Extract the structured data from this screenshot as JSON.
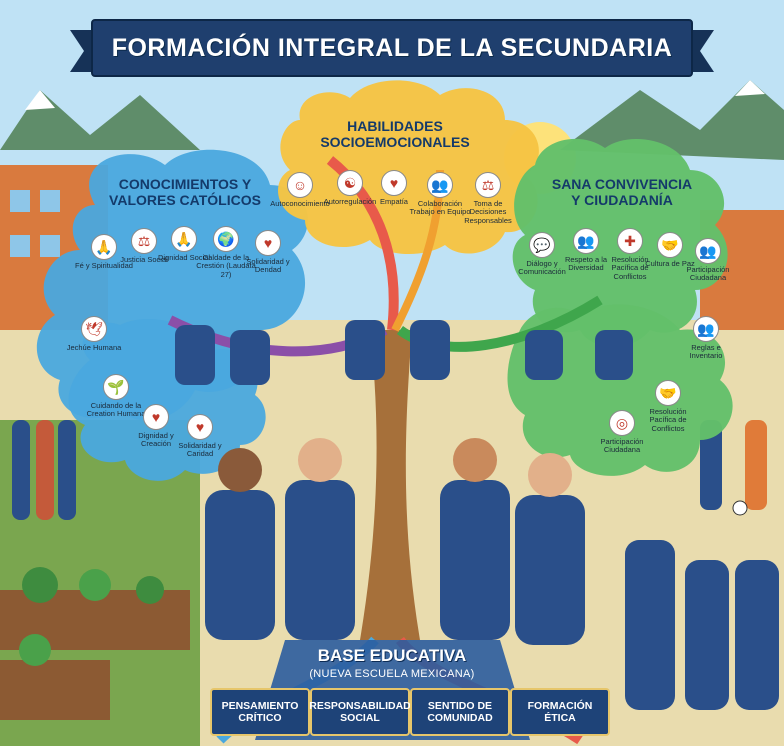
{
  "title": "FORMACIÓN INTEGRAL DE LA SECUNDARIA",
  "clouds": {
    "left": {
      "title_line1": "CONOCIMIENTOS Y",
      "title_line2": "VALORES CATÓLICOS",
      "items": [
        {
          "label": "Fé y Spiritualidad",
          "icon": "praying-hands-icon",
          "glyph": "🙏"
        },
        {
          "label": "Justicia Social",
          "icon": "scales-icon",
          "glyph": "⚖"
        },
        {
          "label": "Dignidad Social",
          "icon": "praying-figure-icon",
          "glyph": "🙏"
        },
        {
          "label": "Caldade de la Crestión (Laudata 27)",
          "icon": "globe-icon",
          "glyph": "🌍"
        },
        {
          "label": "Solidaridad y Dendad",
          "icon": "heart-hand-icon",
          "glyph": "♥"
        },
        {
          "label": "Jechúe Humana",
          "icon": "dove-icon",
          "glyph": "🕊"
        },
        {
          "label": "Cuidando de la Creation Humana",
          "icon": "earth-plant-icon",
          "glyph": "🌱"
        },
        {
          "label": "Dignidad y Creación",
          "icon": "heart-dove-icon",
          "glyph": "♥"
        },
        {
          "label": "Solidaridad y Caridad",
          "icon": "heart-icon",
          "glyph": "♥"
        }
      ]
    },
    "center": {
      "title_line1": "HABILIDADES",
      "title_line2": "SOCIOEMOCIONALES",
      "items": [
        {
          "label": "Autoconocimiento",
          "icon": "head-mind-icon",
          "glyph": "☺"
        },
        {
          "label": "Autorregulación",
          "icon": "balance-head-icon",
          "glyph": "☯"
        },
        {
          "label": "Empatía",
          "icon": "heart-puzzle-icon",
          "glyph": "♥"
        },
        {
          "label": "Colaboración Trabajo en Equipo",
          "icon": "team-icon",
          "glyph": "👥"
        },
        {
          "label": "Toma de Decisiones Responsables",
          "icon": "scales-icon",
          "glyph": "⚖"
        }
      ]
    },
    "right": {
      "title_line1": "SANA CONVIVENCIA",
      "title_line2": "Y CIUDADANÍA",
      "items": [
        {
          "label": "Diálogo y Comunicación",
          "icon": "speech-bubbles-icon",
          "glyph": "💬"
        },
        {
          "label": "Respeto a la Diversidad",
          "icon": "diverse-people-icon",
          "glyph": "👥"
        },
        {
          "label": "Resolución Pacífica de Conflictos",
          "icon": "puzzle-icon",
          "glyph": "✚"
        },
        {
          "label": "Cultura de Paz",
          "icon": "handshake-icon",
          "glyph": "🤝"
        },
        {
          "label": "Participación Ciudadana",
          "icon": "people-icon",
          "glyph": "👥"
        },
        {
          "label": "Reglas e Inventario",
          "icon": "group-icon",
          "glyph": "👥"
        },
        {
          "label": "Resolución Pacífica de Conflictos",
          "icon": "handshake-icon",
          "glyph": "🤝"
        },
        {
          "label": "Participación Ciudadana",
          "icon": "circle-people-icon",
          "glyph": "◎"
        }
      ]
    }
  },
  "base": {
    "title": "BASE EDUCATIVA",
    "subtitle": "(NUEVA ESCUELA MEXICANA)",
    "pillars": [
      {
        "line1": "PENSAMIENTO",
        "line2": "CRÍTICO"
      },
      {
        "line1": "RESPONSABILIDAD",
        "line2": "SOCIAL"
      },
      {
        "line1": "SENTIDO DE",
        "line2": "COMUNIDAD"
      },
      {
        "line1": "FORMACIÓN",
        "line2": "ÉTICA"
      }
    ]
  },
  "colors": {
    "sky": "#bfe2f5",
    "left_cloud": "#4aa8de",
    "center_cloud": "#f6c443",
    "right_cloud": "#63c06a",
    "banner": "#1f3f6e",
    "pillar": "#1e4378"
  }
}
